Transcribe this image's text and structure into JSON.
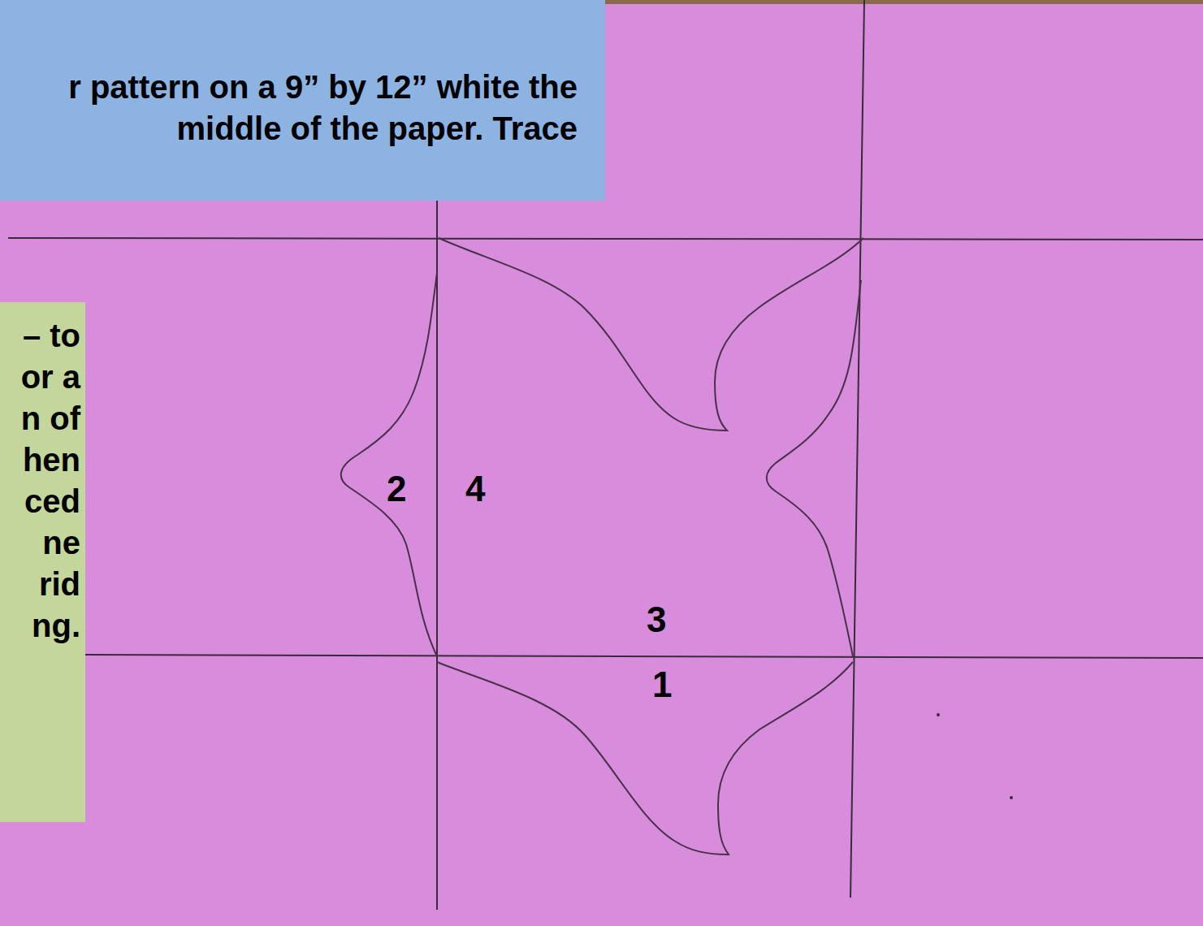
{
  "diagram": {
    "nodes": [
      {
        "text": [
          "r pattern on a 9” by 12” white the middle of the paper. Trace"
        ]
      },
      {
        "text": [
          "– to or a n of hen ced ne rid ng."
        ]
      }
    ],
    "labels": [
      "2",
      "4",
      "3",
      "1"
    ]
  }
}
